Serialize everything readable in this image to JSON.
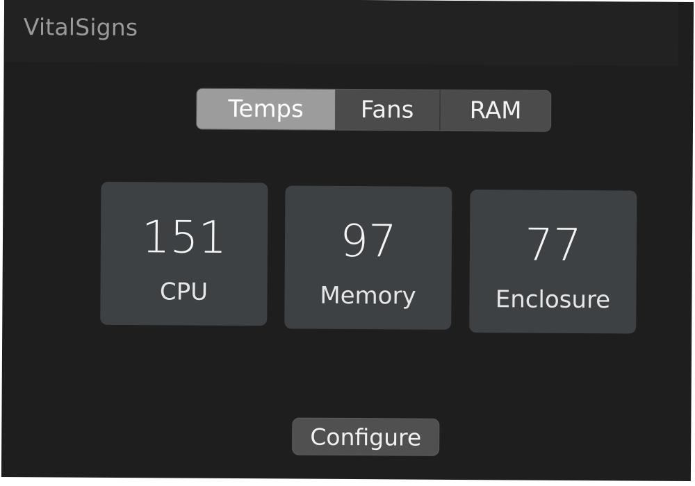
{
  "app": {
    "title": "VitalSigns"
  },
  "tabs": [
    {
      "label": "Temps",
      "selected": true
    },
    {
      "label": "Fans",
      "selected": false
    },
    {
      "label": "RAM",
      "selected": false
    }
  ],
  "readings": [
    {
      "value": "151",
      "label": "CPU"
    },
    {
      "value": "97",
      "label": "Memory"
    },
    {
      "value": "77",
      "label": "Enclosure"
    }
  ],
  "actions": {
    "configure_label": "Configure"
  },
  "colors": {
    "window_bg": "#1e1e1e",
    "tile_bg": "#3d4144",
    "selected_tab_bg": "#9c9c9c",
    "tab_bg": "#4b4b4b"
  }
}
